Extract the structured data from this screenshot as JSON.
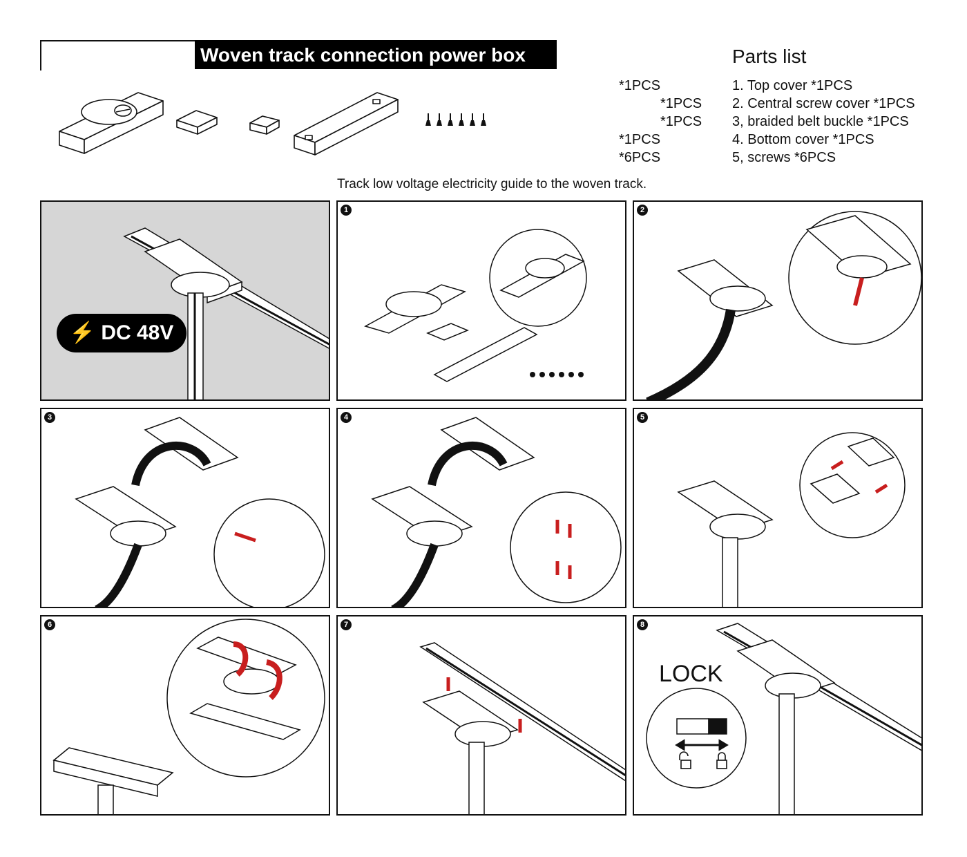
{
  "title": "Woven track connection power box",
  "parts_heading": "Parts list",
  "quantities": [
    "*1PCS",
    "*1PCS",
    "*1PCS",
    "*1PCS",
    "*6PCS"
  ],
  "parts": [
    "1. Top cover *1PCS",
    "2. Central screw cover *1PCS",
    "3, braided belt buckle *1PCS",
    "4. Bottom cover *1PCS",
    "5, screws *6PCS"
  ],
  "subtitle": "Track low voltage electricity guide to the woven track.",
  "voltage_label": "DC 48V",
  "lock_label": "LOCK",
  "steps": [
    "1",
    "2",
    "3",
    "4",
    "5",
    "6",
    "7",
    "8"
  ],
  "colors": {
    "arrow": "#c81e1e",
    "panel_gray": "#d6d6d6"
  }
}
